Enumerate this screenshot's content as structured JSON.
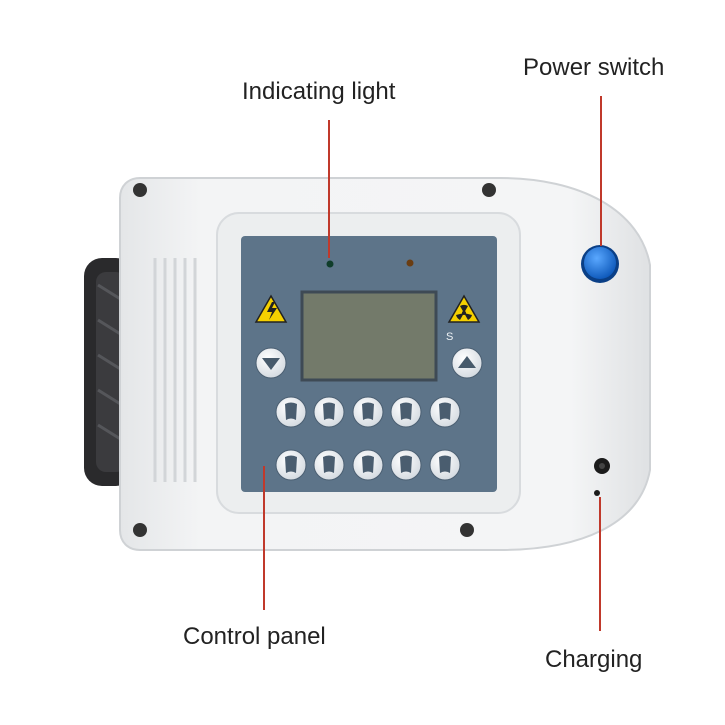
{
  "labels": {
    "indicating_light": "Indicating light",
    "power_switch": "Power switch",
    "control_panel": "Control panel",
    "charging": "Charging"
  },
  "panel": {
    "speed_label": "S"
  },
  "colors": {
    "leader_line": "#c0392b",
    "panel_face": "#5d7489",
    "power_button": "#1e73d6",
    "lcd": "#737a6a",
    "warning": "#f5d000"
  },
  "icons": {
    "left_warning": "high-voltage-warning-icon",
    "right_warning": "radiation-warning-icon",
    "down": "arrow-down-icon",
    "up": "arrow-up-icon",
    "row1": [
      "film-sensor-icon",
      "incisor-tooth-icon",
      "canine-tooth-icon",
      "premolar-tooth-icon",
      "molar-tooth-icon"
    ],
    "row2": [
      "adult-child-icon",
      "lower-incisor-tooth-icon",
      "lower-canine-tooth-icon",
      "lower-premolar-tooth-icon",
      "lower-molar-tooth-icon"
    ]
  }
}
